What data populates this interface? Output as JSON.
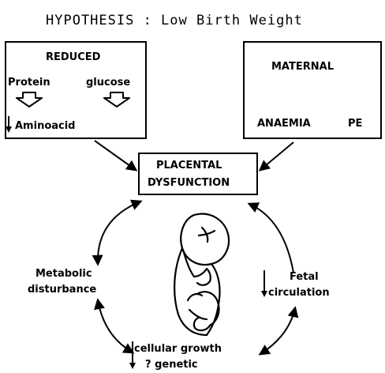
{
  "title": "HYPOTHESIS : Low Birth Weight",
  "left_box": {
    "heading": "REDUCED",
    "item_protein": "Protein",
    "item_glucose": "glucose",
    "item_aminoacid": "Aminoacid"
  },
  "right_box": {
    "heading": "MATERNAL",
    "item_anaemia": "ANAEMIA",
    "item_pe": "PE"
  },
  "center_box": {
    "line1": "PLACENTAL",
    "line2": "DYSFUNCTION"
  },
  "cycle": {
    "left_line1": "Metabolic",
    "left_line2": "disturbance",
    "right_line1": "Fetal",
    "right_line2": "circulation",
    "bottom_line1": "cellular growth",
    "bottom_line2": "? genetic"
  }
}
